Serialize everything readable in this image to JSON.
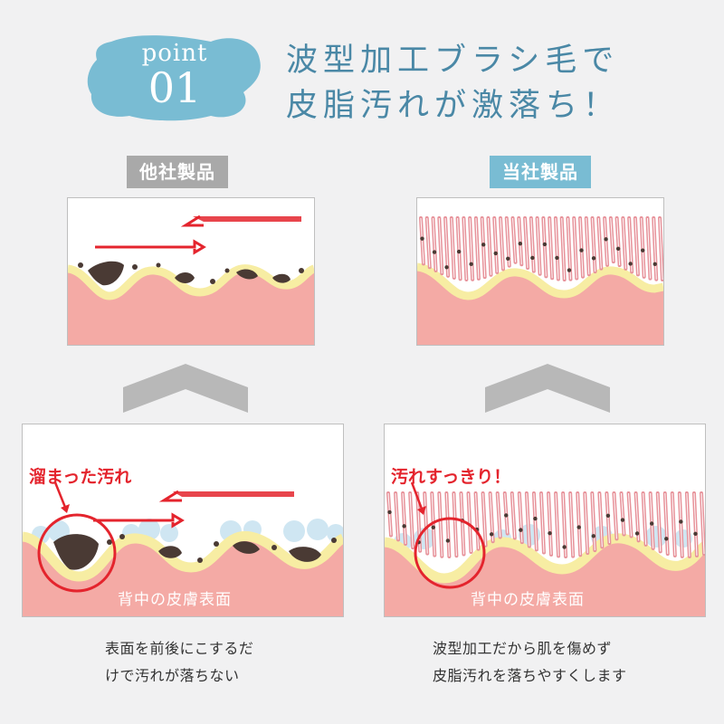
{
  "badge": {
    "small": "point",
    "big": "01"
  },
  "headline": {
    "line1": "波型加工ブラシ毛で",
    "line2": "皮脂汚れが激落ち！"
  },
  "left": {
    "label": "他社製品",
    "annotation": "溜まった汚れ",
    "skin_label": "背中の皮膚表面",
    "caption_line1": "表面を前後にこするだ",
    "caption_line2": "けで汚れが落ちない"
  },
  "right": {
    "label": "当社製品",
    "annotation": "汚れすっきり！",
    "skin_label": "背中の皮膚表面",
    "caption_line1": "波型加工だから肌を傷めず",
    "caption_line2": "皮脂汚れを落ちやすくします"
  },
  "colors": {
    "background": "#f1f1f2",
    "badge": "#79bcd3",
    "headline": "#4a88a6",
    "gray_label": "#a9a9a9",
    "blue_label": "#79bcd3",
    "skin": "#f4aaa5",
    "sebum": "#f7eda3",
    "dirt": "#4a3a34",
    "accent_red": "#e4242d",
    "chevron": "#b8b8b8"
  }
}
